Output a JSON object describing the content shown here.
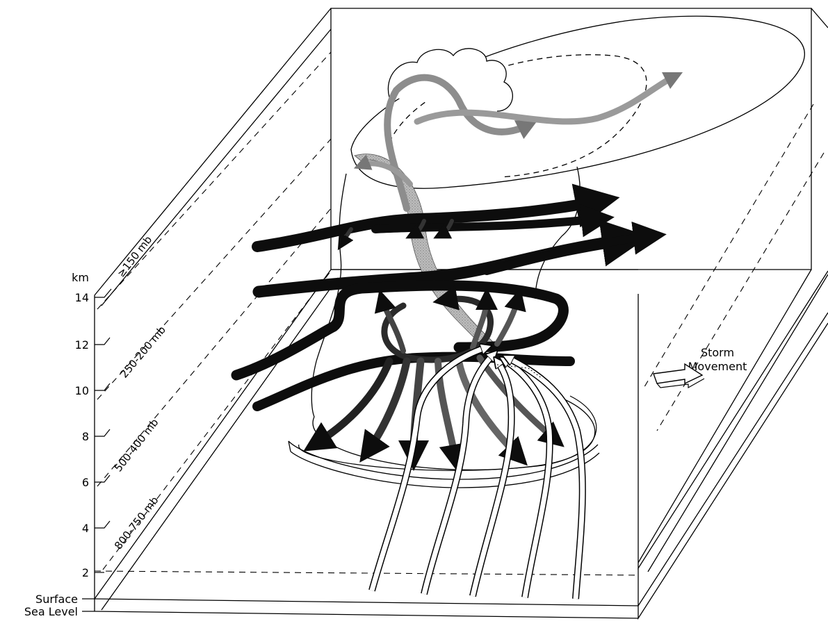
{
  "axis": {
    "unit_label": "km",
    "ticks": [
      "14",
      "12",
      "10",
      "8",
      "6",
      "4",
      "2"
    ],
    "surface_label": "Surface",
    "sea_level_label": "Sea Level"
  },
  "pressure_levels": [
    "≥150 mb",
    "250-200 mb",
    "500-400 mb",
    "800-750 mb"
  ],
  "storm_movement": {
    "line1": "Storm",
    "line2": "Movement"
  },
  "colors": {
    "ink": "#000000",
    "dark_flow": "#0d0d0d",
    "mid_flow": "#555555",
    "light_flow": "#9a9a9a",
    "updraft": "#b5b5b5",
    "inflow": "#ffffff"
  },
  "icons": {
    "storm_arrow": "hollow-right-arrow"
  }
}
